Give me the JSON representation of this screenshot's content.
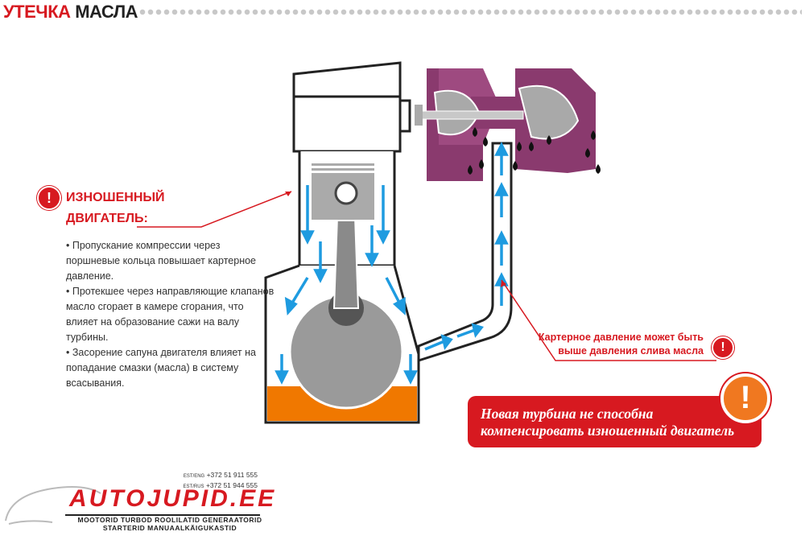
{
  "title": {
    "part1": "УТЕЧКА",
    "part2": "МАСЛА"
  },
  "worn_engine": {
    "heading_line1": "ИЗНОШЕННЫЙ",
    "heading_line2": "ДВИГАТЕЛЬ:",
    "bullets": [
      "• Пропускание компрессии через поршневые кольца повышает картерное давление.",
      "• Протекшее через направляющие клапанов масло сгорает в камере сгорания, что влияет на образование сажи на валу турбины.",
      "• Засорение сапуна двигателя влияет на попадание смазки (масла) в систему всасывания."
    ]
  },
  "pressure_note": {
    "line1": "Картерное давление может быть",
    "line2": "выше давления слива масла"
  },
  "banner": {
    "line1": "Новая турбина не способна",
    "line2": "компенсировать изношенный двигатель"
  },
  "warn_symbol": "!",
  "logo": {
    "brand": "AUTOJUPID.EE",
    "tagline1": "MOOTORID TURBOD ROOLILATID GENERAATORID",
    "tagline2": "STARTERID MANUAALKÄIGUKASTID"
  },
  "contacts": [
    {
      "label": "EST/ENG",
      "phone": "+372 51 911 555"
    },
    {
      "label": "EST/RUS",
      "phone": "+372 51 944 555"
    }
  ],
  "colors": {
    "accent": "#d71920",
    "turbo": "#8a3a6e",
    "oil": "#f07800",
    "arrow": "#1e9be0",
    "drop": "#111111"
  }
}
